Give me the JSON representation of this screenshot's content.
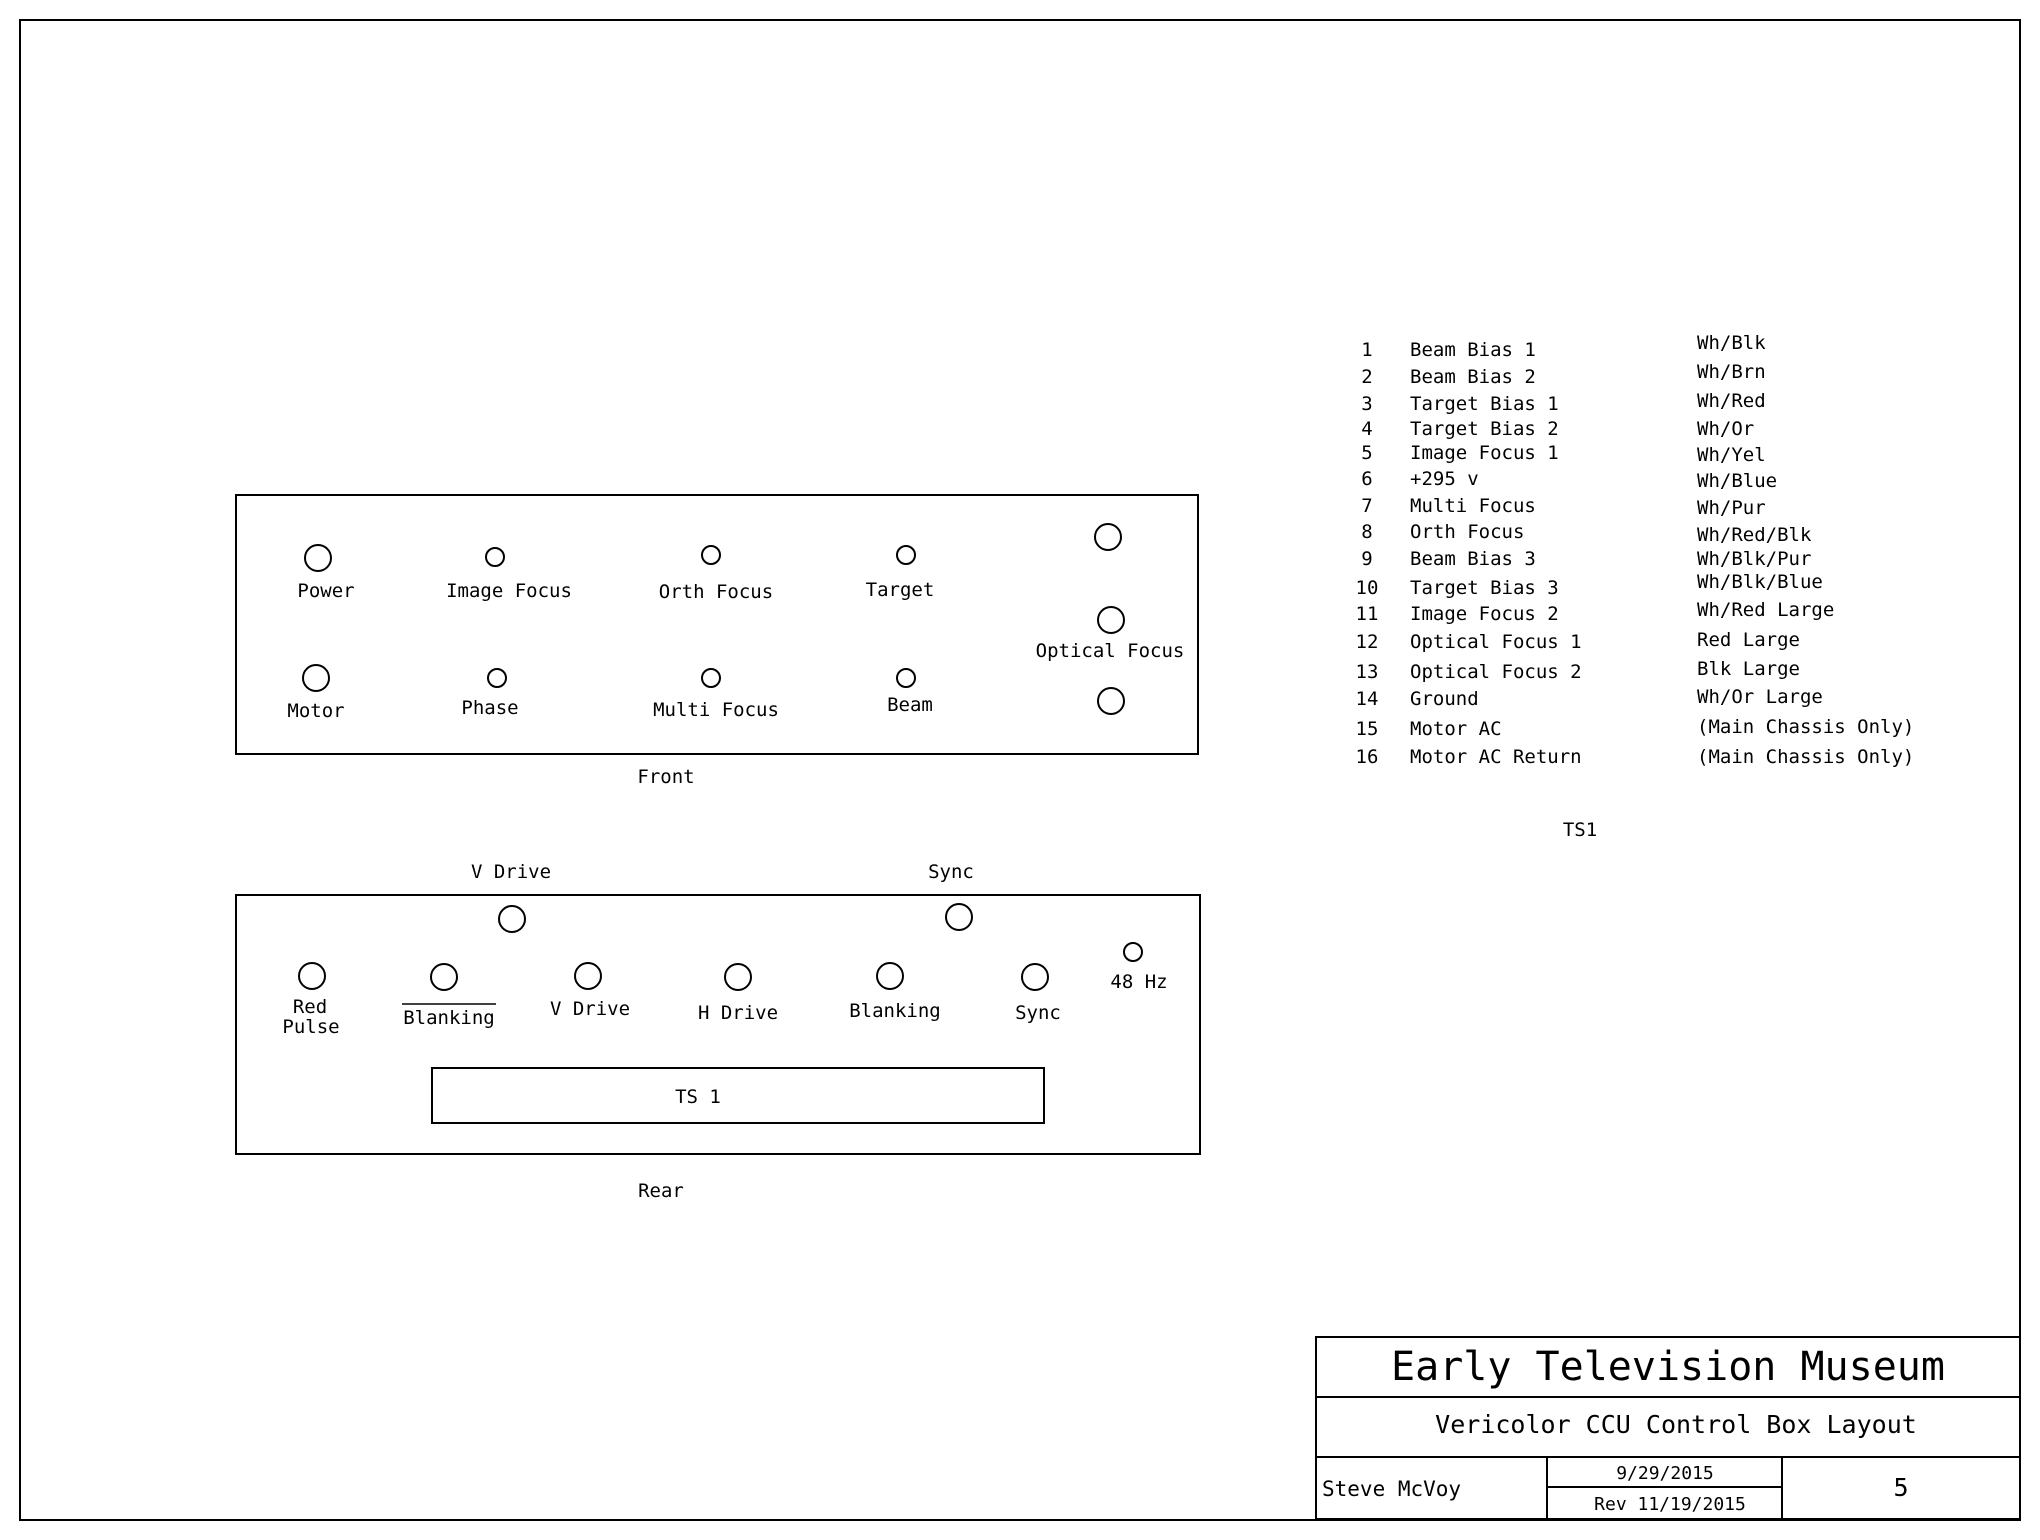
{
  "front_panel": {
    "caption": "Front",
    "controls": [
      {
        "id": "power",
        "label": "Power"
      },
      {
        "id": "image-focus",
        "label": "Image Focus"
      },
      {
        "id": "orth-focus",
        "label": "Orth Focus"
      },
      {
        "id": "target",
        "label": "Target"
      },
      {
        "id": "motor",
        "label": "Motor"
      },
      {
        "id": "phase",
        "label": "Phase"
      },
      {
        "id": "multi-focus",
        "label": "Multi Focus"
      },
      {
        "id": "beam",
        "label": "Beam"
      },
      {
        "id": "optical-focus",
        "label": "Optical Focus"
      }
    ]
  },
  "rear_panel": {
    "caption": "Rear",
    "top_labels": {
      "v_drive": "V Drive",
      "sync": "Sync"
    },
    "connectors": [
      {
        "id": "red-pulse",
        "label_line1": "Red",
        "label_line2": "Pulse"
      },
      {
        "id": "blanking-inv",
        "label": "Blanking"
      },
      {
        "id": "v-drive",
        "label": "V Drive"
      },
      {
        "id": "h-drive",
        "label": "H Drive"
      },
      {
        "id": "blanking",
        "label": "Blanking"
      },
      {
        "id": "sync",
        "label": "Sync"
      },
      {
        "id": "48hz",
        "label": "48 Hz"
      }
    ],
    "terminal_strip": "TS 1"
  },
  "terminal_table": {
    "caption": "TS1",
    "rows": [
      {
        "num": "1",
        "name": "Beam Bias 1",
        "wire": "Wh/Blk"
      },
      {
        "num": "2",
        "name": "Beam Bias 2",
        "wire": "Wh/Brn"
      },
      {
        "num": "3",
        "name": "Target Bias 1",
        "wire": "Wh/Red"
      },
      {
        "num": "4",
        "name": "Target Bias 2",
        "wire": "Wh/Or"
      },
      {
        "num": "5",
        "name": "Image Focus 1",
        "wire": "Wh/Yel"
      },
      {
        "num": "6",
        "name": "+295 v",
        "wire": "Wh/Blue"
      },
      {
        "num": "7",
        "name": "Multi Focus",
        "wire": "Wh/Pur"
      },
      {
        "num": "8",
        "name": "Orth Focus",
        "wire": "Wh/Red/Blk"
      },
      {
        "num": "9",
        "name": "Beam Bias 3",
        "wire": "Wh/Blk/Pur"
      },
      {
        "num": "10",
        "name": "Target Bias 3",
        "wire": "Wh/Blk/Blue"
      },
      {
        "num": "11",
        "name": "Image Focus 2",
        "wire": "Wh/Red Large"
      },
      {
        "num": "12",
        "name": "Optical Focus 1",
        "wire": "Red Large"
      },
      {
        "num": "13",
        "name": "Optical Focus 2",
        "wire": "Blk Large"
      },
      {
        "num": "14",
        "name": "Ground",
        "wire": "Wh/Or Large"
      },
      {
        "num": "15",
        "name": "Motor AC",
        "wire": "(Main Chassis Only)"
      },
      {
        "num": "16",
        "name": "Motor AC Return",
        "wire": "(Main Chassis Only)"
      }
    ]
  },
  "title_block": {
    "organization": "Early Television Museum",
    "drawing_title": "Vericolor CCU Control Box Layout",
    "author": "Steve McVoy",
    "date": "9/29/2015",
    "revision": "Rev 11/19/2015",
    "sheet_number": "5"
  }
}
